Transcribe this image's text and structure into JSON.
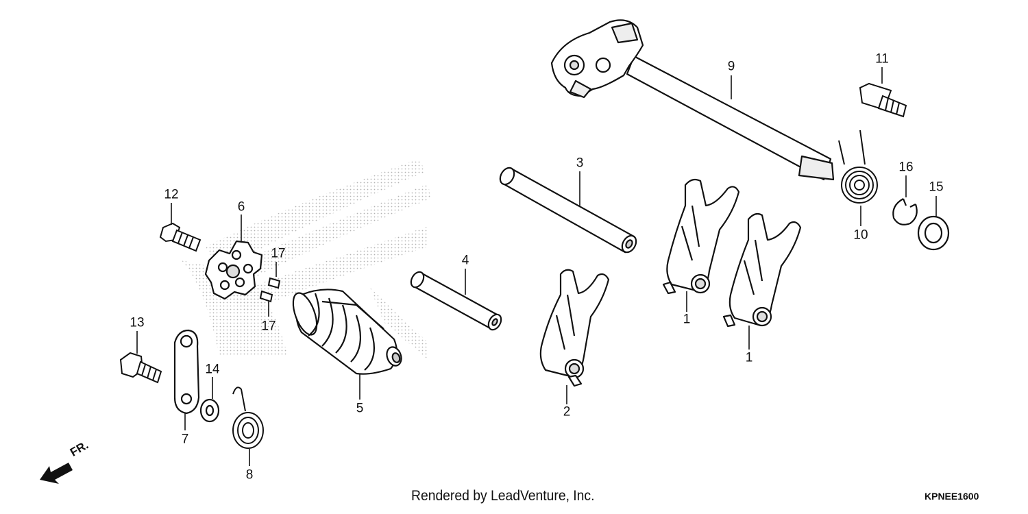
{
  "callouts": [
    {
      "id": "c1a",
      "label": "1"
    },
    {
      "id": "c1b",
      "label": "1"
    },
    {
      "id": "c2",
      "label": "2"
    },
    {
      "id": "c3",
      "label": "3"
    },
    {
      "id": "c4",
      "label": "4"
    },
    {
      "id": "c5",
      "label": "5"
    },
    {
      "id": "c6",
      "label": "6"
    },
    {
      "id": "c7",
      "label": "7"
    },
    {
      "id": "c8",
      "label": "8"
    },
    {
      "id": "c9",
      "label": "9"
    },
    {
      "id": "c10",
      "label": "10"
    },
    {
      "id": "c11",
      "label": "11"
    },
    {
      "id": "c12",
      "label": "12"
    },
    {
      "id": "c13",
      "label": "13"
    },
    {
      "id": "c14",
      "label": "14"
    },
    {
      "id": "c15",
      "label": "15"
    },
    {
      "id": "c16",
      "label": "16"
    },
    {
      "id": "c17a",
      "label": "17"
    },
    {
      "id": "c17b",
      "label": "17"
    }
  ],
  "direction_label": "FR.",
  "footer": {
    "credit": "Rendered by LeadVenture, Inc.",
    "code": "KPNEE1600"
  },
  "icons": [
    "front-direction-arrow-icon"
  ]
}
